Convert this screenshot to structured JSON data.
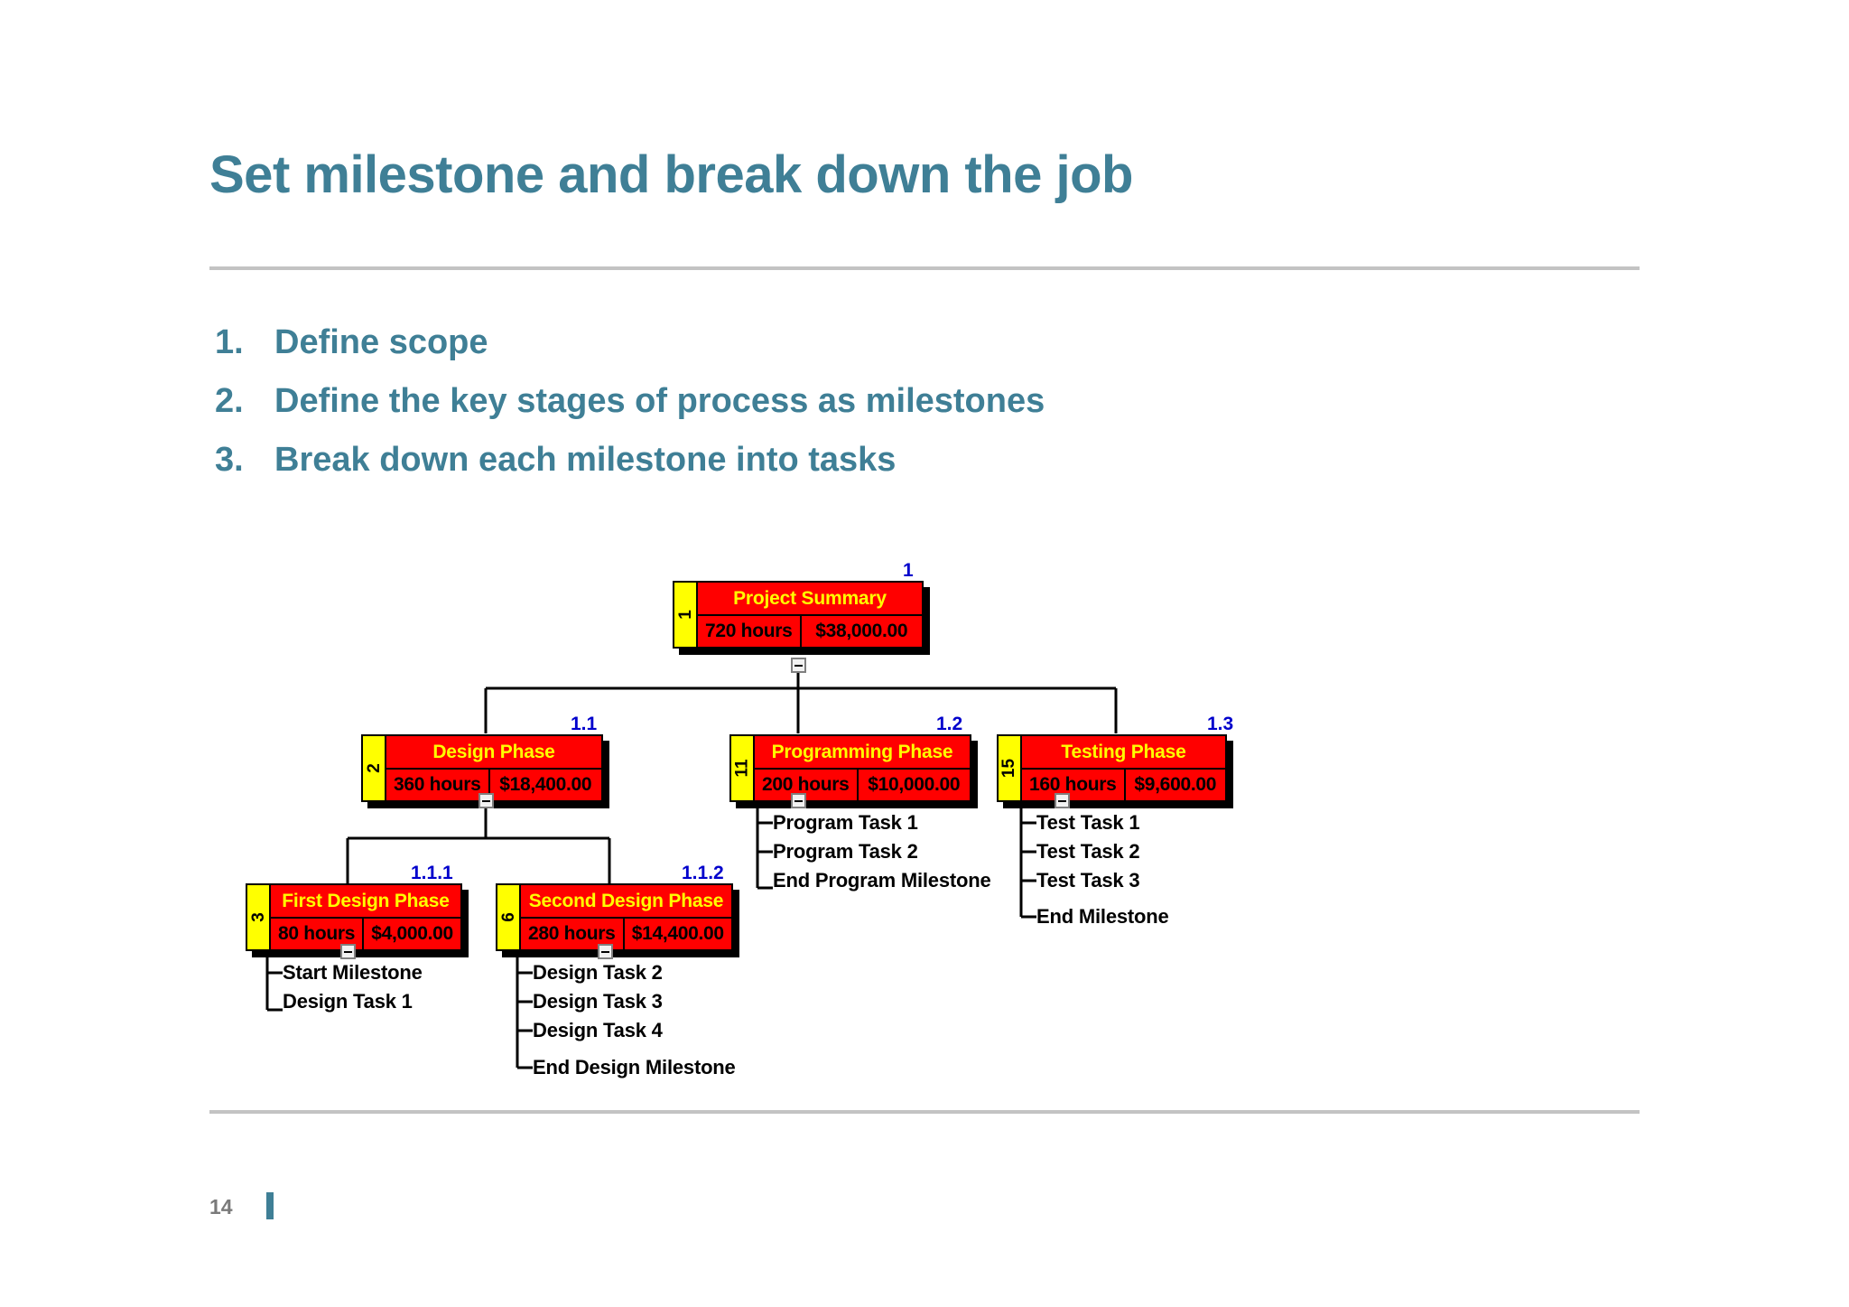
{
  "slide": {
    "title": "Set milestone and break down the job",
    "page_number": "14",
    "accent_color": "#3f7f96",
    "rule_color": "#c3c3c3"
  },
  "agenda": {
    "items": [
      {
        "num": "1.",
        "label": "Define scope"
      },
      {
        "num": "2.",
        "label": "Define the key stages of process as milestones"
      },
      {
        "num": "3.",
        "label": "Break down each milestone into tasks"
      }
    ]
  },
  "wbs": {
    "colors": {
      "node_fill": "#ff0000",
      "node_title_text": "#ffff00",
      "node_id_fill": "#ffff00",
      "wbs_code_text": "#0000cc",
      "border": "#000000"
    },
    "nodes": [
      {
        "id": "1",
        "code": "1",
        "title": "Project Summary",
        "hours": "720 hours",
        "cost": "$38,000.00",
        "tasks": []
      },
      {
        "id": "2",
        "code": "1.1",
        "title": "Design Phase",
        "hours": "360 hours",
        "cost": "$18,400.00",
        "tasks": []
      },
      {
        "id": "11",
        "code": "1.2",
        "title": "Programming Phase",
        "hours": "200 hours",
        "cost": "$10,000.00",
        "tasks": [
          "Program Task 1",
          "Program Task 2",
          "End Program Milestone"
        ]
      },
      {
        "id": "15",
        "code": "1.3",
        "title": "Testing Phase",
        "hours": "160 hours",
        "cost": "$9,600.00",
        "tasks": [
          "Test Task 1",
          "Test Task 2",
          "Test Task 3",
          "End Milestone"
        ]
      },
      {
        "id": "3",
        "code": "1.1.1",
        "title": "First Design Phase",
        "hours": "80 hours",
        "cost": "$4,000.00",
        "tasks": [
          "Start Milestone",
          "Design Task 1"
        ]
      },
      {
        "id": "6",
        "code": "1.1.2",
        "title": "Second Design Phase",
        "hours": "280 hours",
        "cost": "$14,400.00",
        "tasks": [
          "Design Task 2",
          "Design Task 3",
          "Design Task 4",
          "End Design Milestone"
        ]
      }
    ]
  }
}
